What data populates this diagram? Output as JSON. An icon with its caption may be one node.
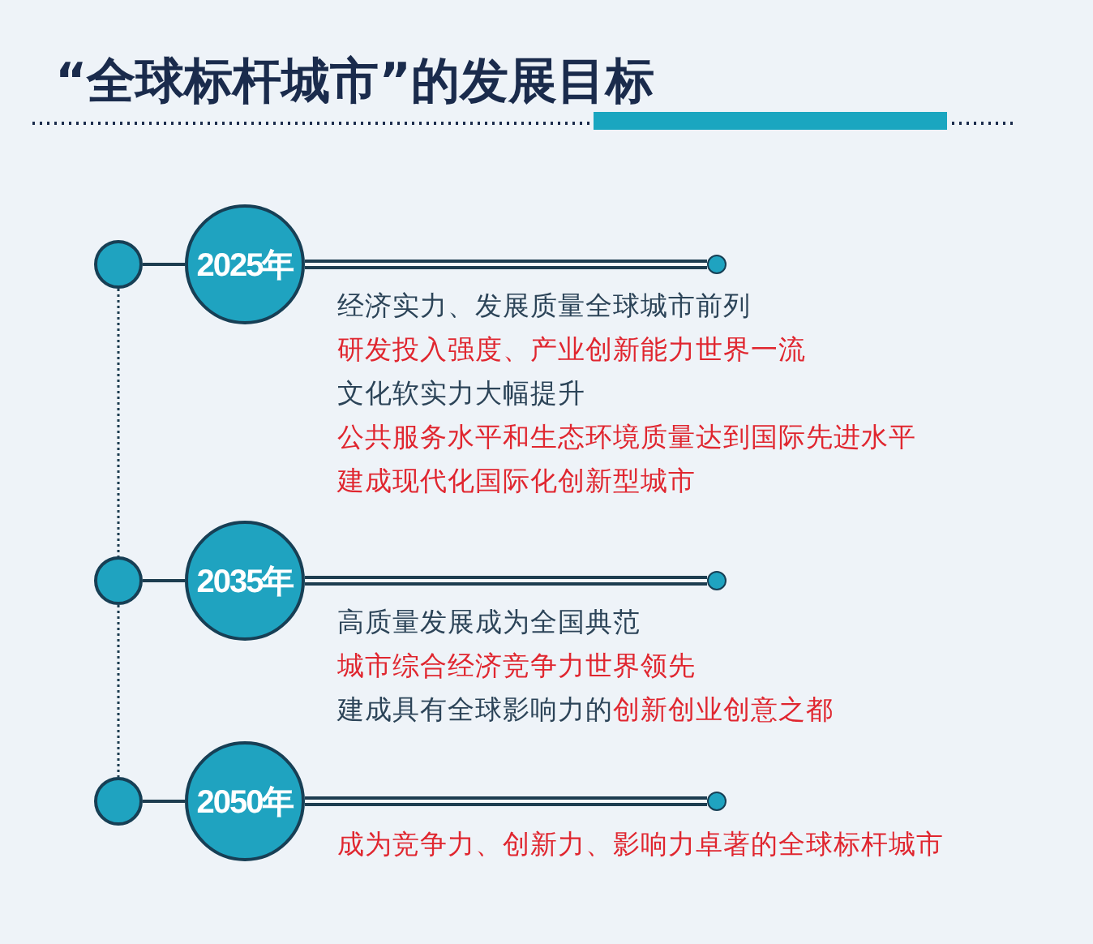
{
  "diagram": {
    "title": "“全球标杆城市”的发展目标",
    "nodes": [
      {
        "text": [],
        "shape": "circle"
      },
      {
        "text": [
          "2025年"
        ],
        "beside": [
          "经济实力、发展质量全球城市前列",
          "研发投入强度、产业创新能力世界一流",
          "文化软实力大幅提升",
          "公共服务水平和生态环境质量达到国际先进水平",
          "建成现代化国际化创新型城市"
        ]
      },
      {
        "text": [],
        "shape": "circle"
      },
      {
        "text": [],
        "shape": "circle"
      },
      {
        "text": [
          "2035年"
        ],
        "beside": [
          "高质量发展成为全国典范",
          "城市综合经济竞争力世界领先",
          "建成具有全球影响力的创新创业创意之都"
        ]
      },
      {
        "text": [],
        "shape": "circle"
      },
      {
        "text": [],
        "shape": "circle"
      },
      {
        "text": [
          "2050年"
        ],
        "beside": [
          "成为竞争力、创新力、影响力卓著的全球标杆城市"
        ]
      },
      {
        "text": [],
        "shape": "circle"
      }
    ],
    "edges": [
      {
        "from": 0,
        "to": 1,
        "arrow": "none"
      },
      {
        "from": 1,
        "to": 2,
        "arrow": "none",
        "style": "thick"
      },
      {
        "from": 0,
        "to": 3,
        "arrow": "none",
        "style": "dashed"
      },
      {
        "from": 3,
        "to": 4,
        "arrow": "none"
      },
      {
        "from": 4,
        "to": 5,
        "arrow": "none",
        "style": "thick"
      },
      {
        "from": 3,
        "to": 6,
        "arrow": "none",
        "style": "dashed"
      },
      {
        "from": 6,
        "to": 7,
        "arrow": "none"
      },
      {
        "from": 7,
        "to": 8,
        "arrow": "none",
        "style": "thick"
      }
    ]
  }
}
